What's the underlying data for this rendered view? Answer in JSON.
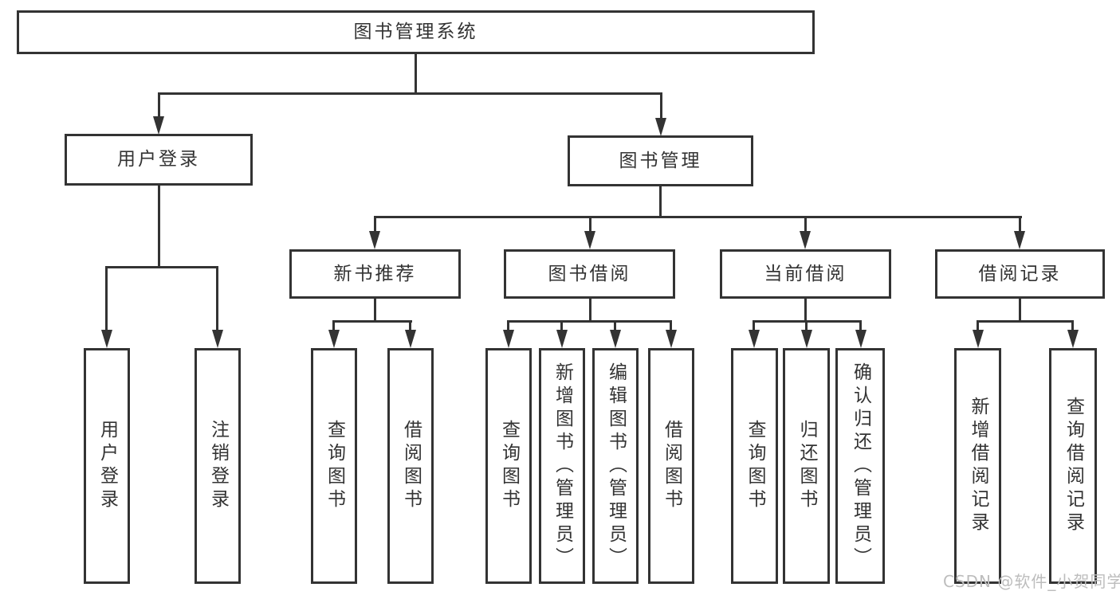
{
  "diagram": {
    "tree": {
      "label": "图书管理系统",
      "children": [
        {
          "label": "用户登录",
          "children": [
            {
              "label": "用户登录"
            },
            {
              "label": "注销登录"
            }
          ]
        },
        {
          "label": "图书管理",
          "children": [
            {
              "label": "新书推荐",
              "children": [
                {
                  "label": "查询图书"
                },
                {
                  "label": "借阅图书"
                }
              ]
            },
            {
              "label": "图书借阅",
              "children": [
                {
                  "label": "查询图书"
                },
                {
                  "label": "新增图书（管理员）"
                },
                {
                  "label": "编辑图书（管理员）"
                },
                {
                  "label": "借阅图书"
                }
              ]
            },
            {
              "label": "当前借阅",
              "children": [
                {
                  "label": "查询图书"
                },
                {
                  "label": "归还图书"
                },
                {
                  "label": "确认归还（管理员）"
                }
              ]
            },
            {
              "label": "借阅记录",
              "children": [
                {
                  "label": "新增借阅记录"
                },
                {
                  "label": "查询借阅记录"
                }
              ]
            }
          ]
        }
      ]
    },
    "watermark": "CSDN @软件_小贺同学",
    "colors": {
      "line": "#333333",
      "text": "#333333",
      "watermark": "#bdbdbd",
      "background": "#ffffff"
    }
  }
}
